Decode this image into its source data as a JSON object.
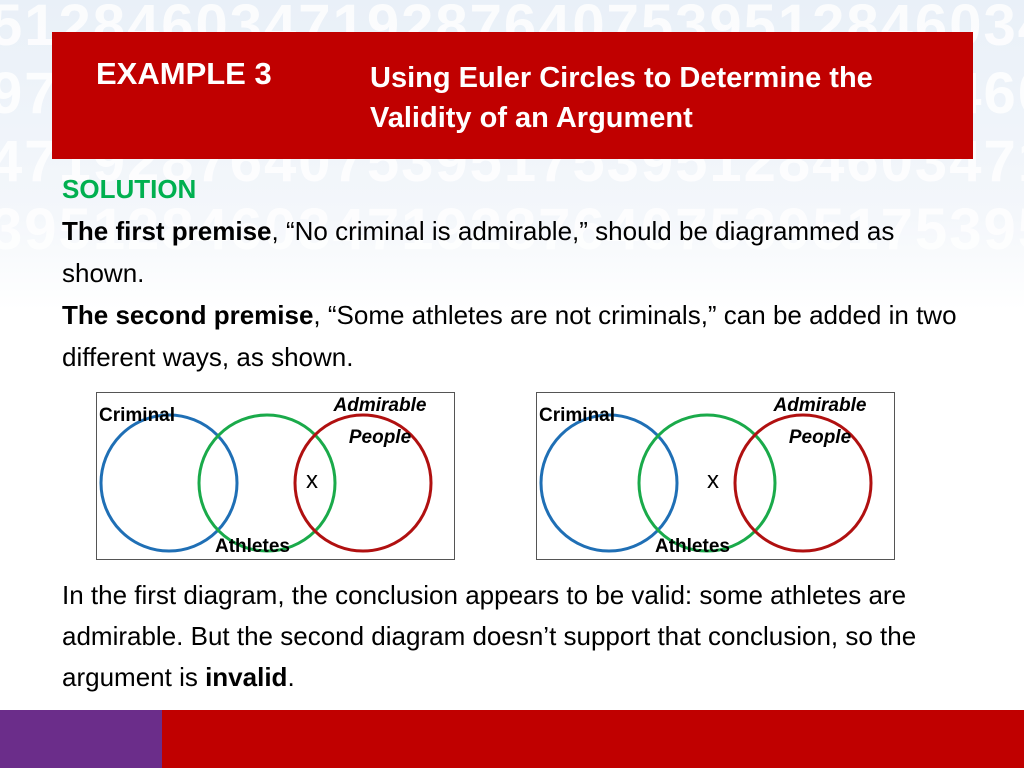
{
  "header": {
    "example_label": "EXAMPLE 3",
    "title": "Using Euler Circles to Determine the Validity of an Argument"
  },
  "solution": {
    "heading": "SOLUTION",
    "premise1": {
      "bold": "The first premise",
      "rest": ", “No criminal is admirable,” should be diagrammed as shown."
    },
    "premise2": {
      "bold": "The second premise",
      "rest": ", “Some athletes are not criminals,” can be added in two different ways, as shown."
    }
  },
  "diagrams": [
    {
      "criminal_label": "Criminal",
      "admirable_label_line1": "Admirable",
      "admirable_label_line2": "People",
      "athletes_label": "Athletes",
      "x_mark": "x"
    },
    {
      "criminal_label": "Criminal",
      "admirable_label_line1": "Admirable",
      "admirable_label_line2": "People",
      "athletes_label": "Athletes",
      "x_mark": "x"
    }
  ],
  "conclusion": {
    "text": "In the first diagram, the conclusion appears to be valid: some athletes are admirable. But the second diagram doesn’t support that conclusion, so the argument is ",
    "bold": "invalid",
    "end": "."
  },
  "colors": {
    "header_red": "#c00000",
    "solution_green": "#00b050",
    "circle_blue": "#1f6fb5",
    "circle_green": "#1aaa4a",
    "circle_red": "#b01010",
    "footer_purple": "#6b2d8a"
  }
}
